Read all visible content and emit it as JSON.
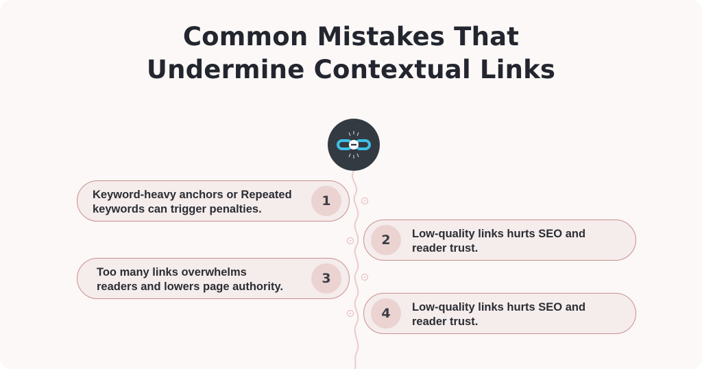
{
  "title": {
    "line1": "Common Mistakes That",
    "line2": "Undermine Contextual Links"
  },
  "hub": {
    "icon": "broken-link-icon"
  },
  "items": [
    {
      "number": "1",
      "line1": "Keyword-heavy anchors or Repeated",
      "line2": "keywords can trigger penalties."
    },
    {
      "number": "2",
      "line1": "Low-quality links hurts SEO and",
      "line2": "reader trust."
    },
    {
      "number": "3",
      "line1": "Too many links overwhelms",
      "line2": "readers and lowers page authority."
    },
    {
      "number": "4",
      "line1": "Low-quality links hurts SEO and",
      "line2": "reader trust."
    }
  ],
  "colors": {
    "background": "#fbf8f7",
    "card_fill": "#f5ecec",
    "card_border": "#c98f8c",
    "badge_fill": "#ebd3d2",
    "hub_fill": "#333a42",
    "link_accent": "#3fc0e6"
  }
}
